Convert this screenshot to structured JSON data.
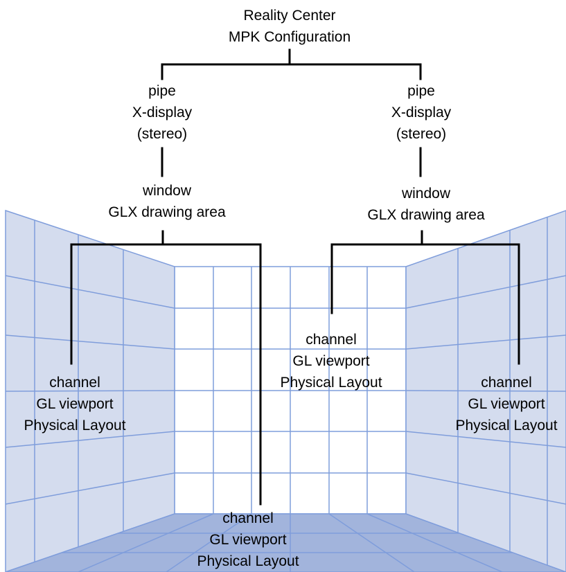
{
  "colors": {
    "wall_fill": "#d4dcee",
    "floor_fill": "#a2b4dc",
    "grid_line": "#7f9ddb",
    "connector": "#000000"
  },
  "root": {
    "line1": "Reality Center",
    "line2": "MPK Configuration"
  },
  "pipes": [
    {
      "line1": "pipe",
      "line2": "X-display",
      "line3": "(stereo)"
    },
    {
      "line1": "pipe",
      "line2": "X-display",
      "line3": "(stereo)"
    }
  ],
  "windows": [
    {
      "line1": "window",
      "line2": "GLX drawing area"
    },
    {
      "line1": "window",
      "line2": "GLX drawing area"
    }
  ],
  "channels": [
    {
      "line1": "channel",
      "line2": "GL viewport",
      "line3": "Physical Layout"
    },
    {
      "line1": "channel",
      "line2": "GL viewport",
      "line3": "Physical Layout"
    },
    {
      "line1": "channel",
      "line2": "GL viewport",
      "line3": "Physical Layout"
    },
    {
      "line1": "channel",
      "line2": "GL viewport",
      "line3": "Physical Layout"
    }
  ]
}
